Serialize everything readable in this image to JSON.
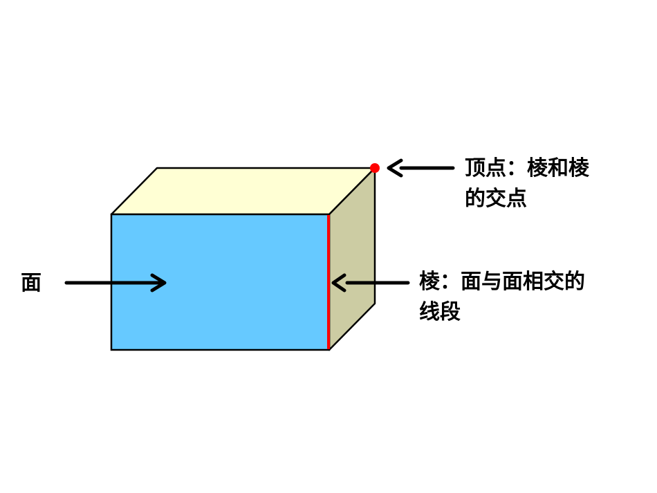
{
  "labels": {
    "face": "面",
    "vertex_line1": "顶点：棱和棱",
    "vertex_line2": "的交点",
    "edge_line1": "棱：面与面相交的",
    "edge_line2": "线段"
  },
  "colors": {
    "front_face": "#66c9ff",
    "top_face": "#ffffd4",
    "side_face": "#cccca3",
    "highlight_edge": "#ff0000",
    "vertex_dot": "#ff0000",
    "outline": "#000000"
  }
}
